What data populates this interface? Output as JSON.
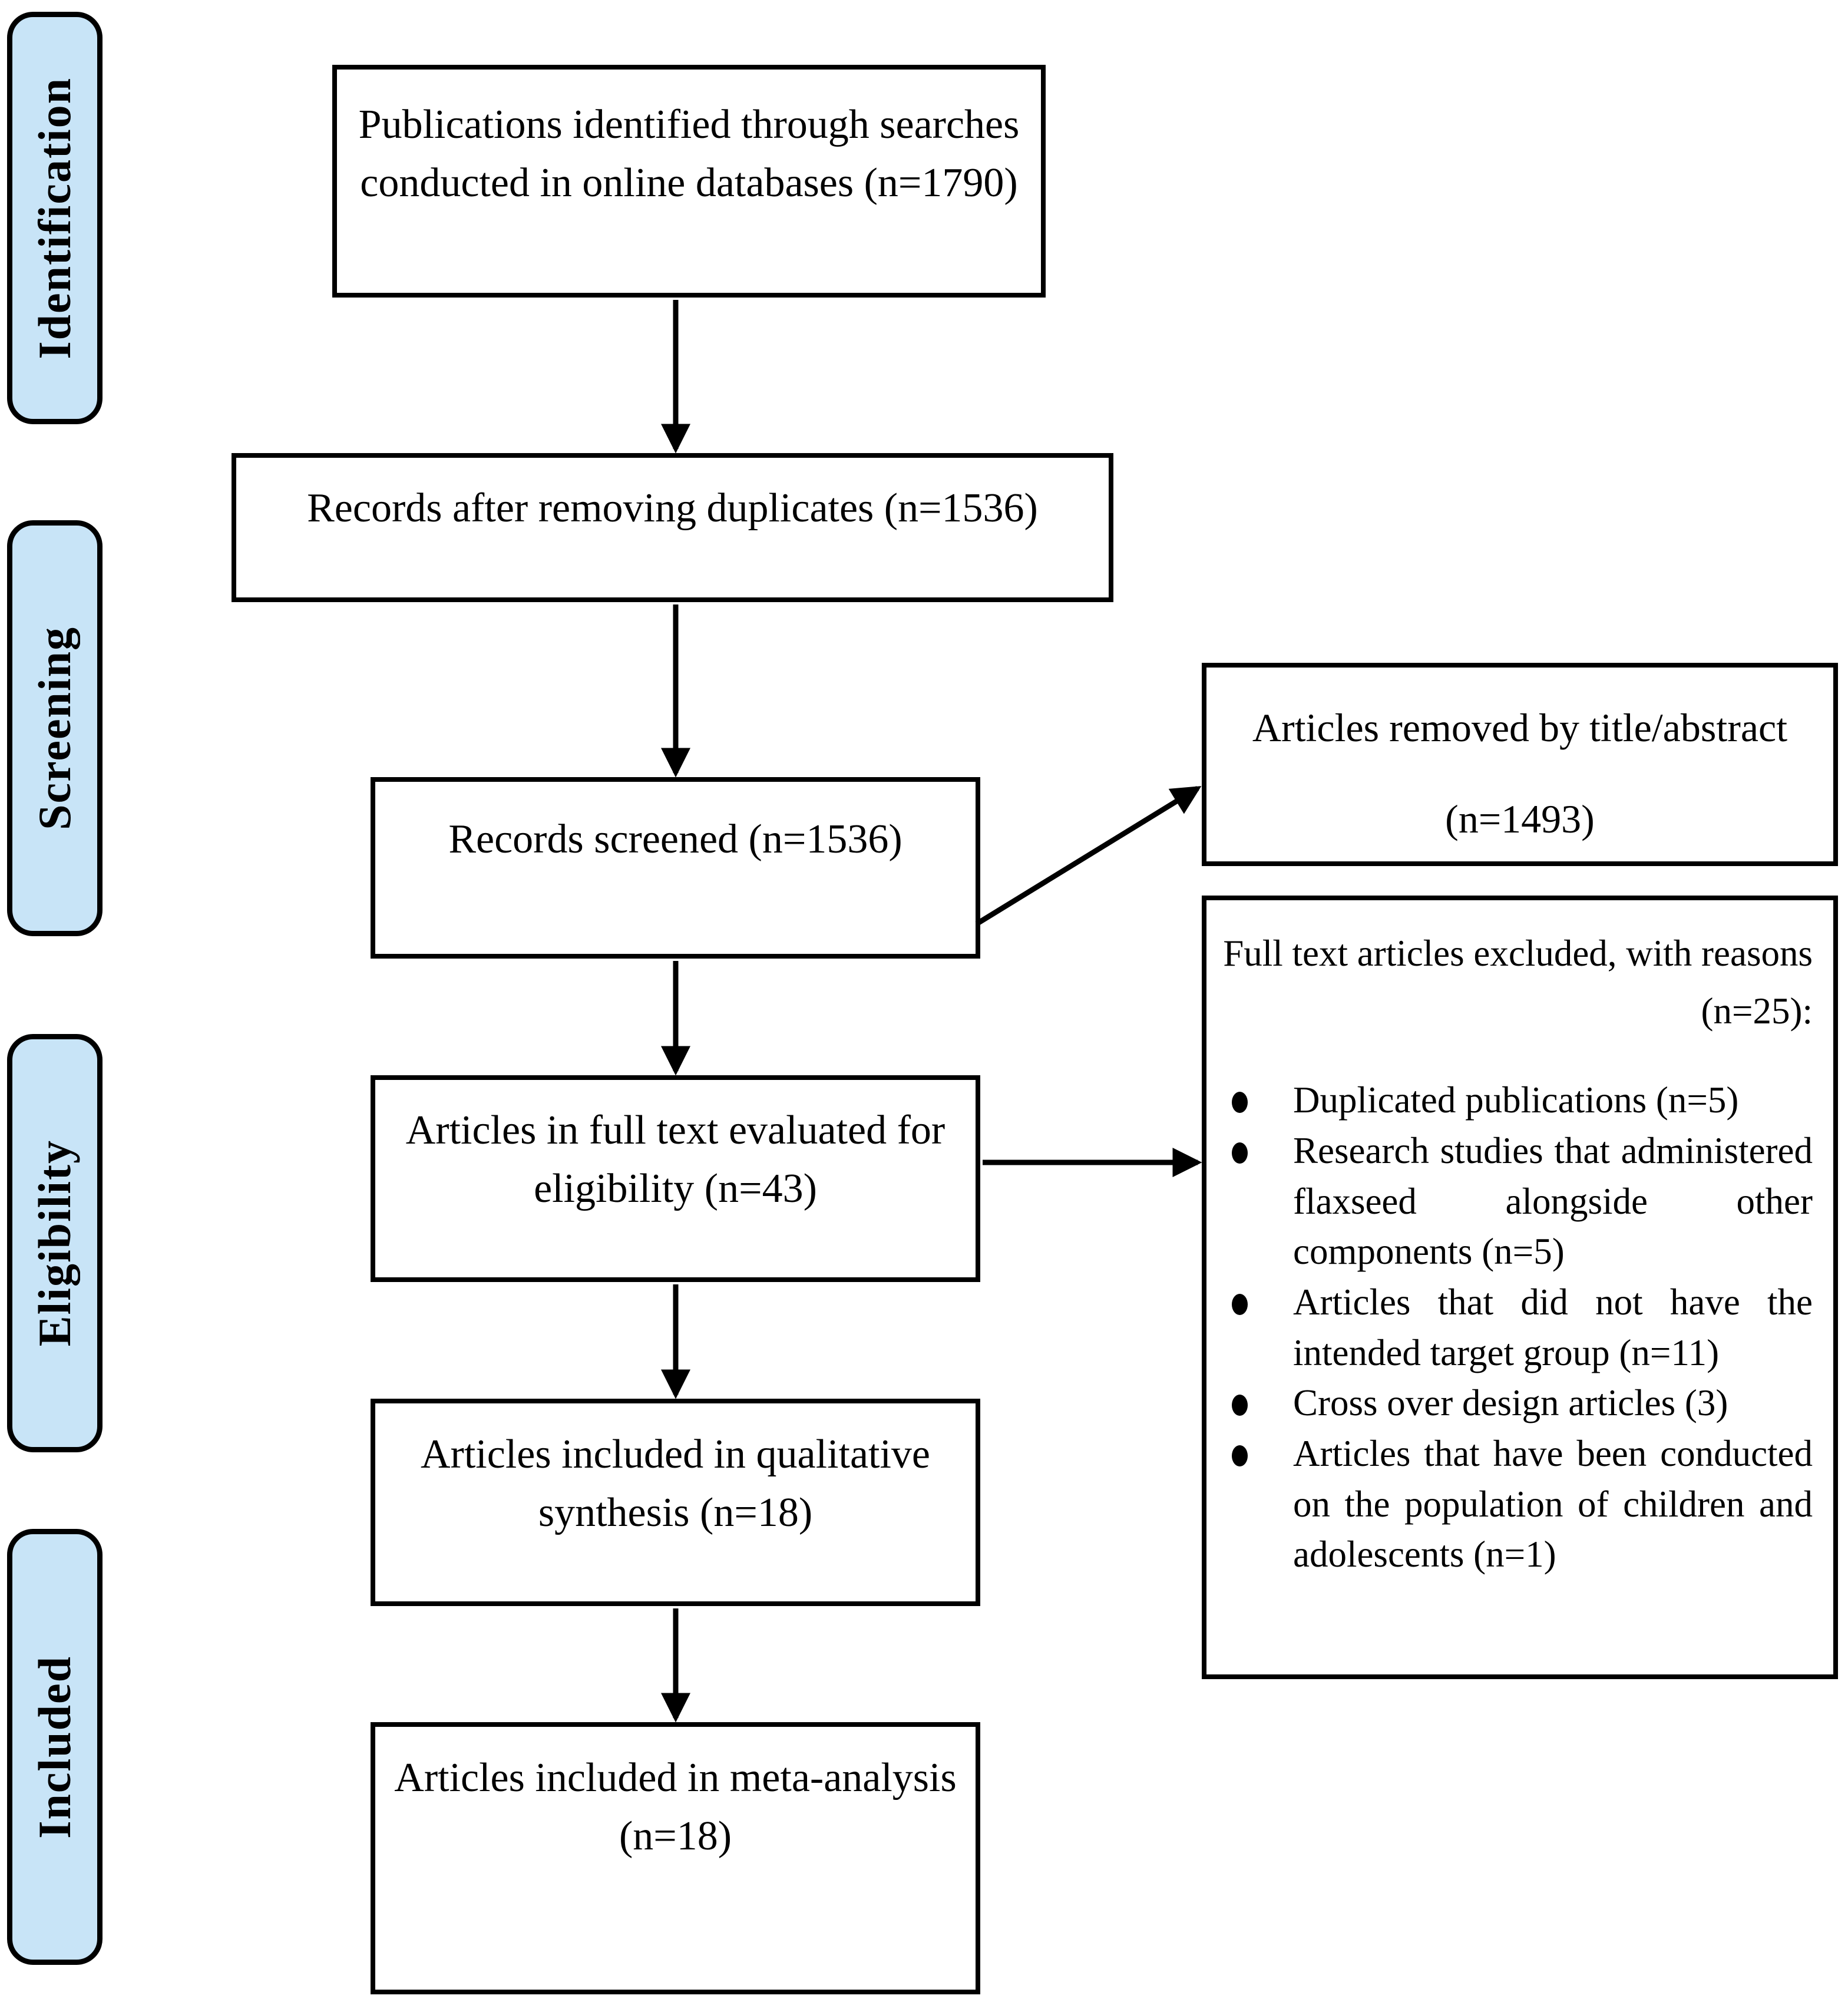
{
  "diagram": {
    "stages": [
      {
        "label": "Identification"
      },
      {
        "label": "Screening"
      },
      {
        "label": "Eligibility"
      },
      {
        "label": "Included"
      }
    ],
    "flow_boxes": [
      {
        "id": "identified",
        "text": "Publications identified through searches conducted in online databases (n=1790)"
      },
      {
        "id": "duplicates_removed",
        "text": "Records after removing duplicates (n=1536)"
      },
      {
        "id": "screened",
        "text": "Records screened (n=1536)"
      },
      {
        "id": "fulltext_evaluated",
        "text": "Articles in full text evaluated for eligibility (n=43)"
      },
      {
        "id": "qualitative_synthesis",
        "text": "Articles included in qualitative synthesis (n=18)"
      },
      {
        "id": "meta_analysis",
        "text": "Articles included in meta-analysis (n=18)"
      }
    ],
    "side_boxes": {
      "removed_title_abstract": {
        "line1": "Articles removed by title/abstract",
        "line2": "(n=1493)"
      },
      "fulltext_excluded": {
        "header": "Full text articles excluded, with reasons (n=25):",
        "bullets": [
          "Duplicated publications (n=5)",
          "Research studies that administered flaxseed alongside other components (n=5)",
          "Articles that did not have the intended target group (n=11)",
          "Cross over design articles (3)",
          "Articles that have been conducted on the population of children and adolescents (n=1)"
        ]
      }
    },
    "colors": {
      "stage_chip_fill": "#C8E4F7",
      "line_and_border": "#000000",
      "box_fill": "#FFFFFF"
    }
  }
}
